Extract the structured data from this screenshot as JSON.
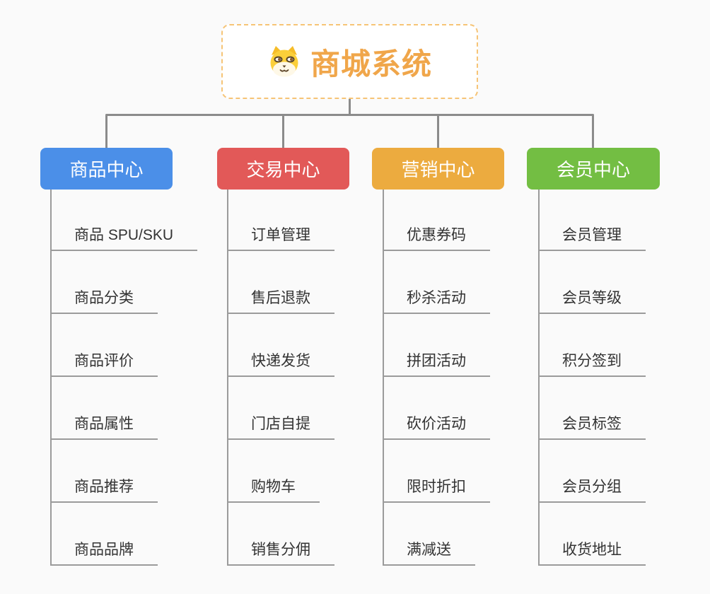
{
  "root": {
    "title": "商城系统",
    "icon": "doge-icon"
  },
  "branches": [
    {
      "label": "商品中心",
      "color": "#4b8fe8",
      "items": [
        "商品 SPU/SKU",
        "商品分类",
        "商品评价",
        "商品属性",
        "商品推荐",
        "商品品牌"
      ]
    },
    {
      "label": "交易中心",
      "color": "#e25958",
      "items": [
        "订单管理",
        "售后退款",
        "快递发货",
        "门店自提",
        "购物车",
        "销售分佣"
      ]
    },
    {
      "label": "营销中心",
      "color": "#ecab3f",
      "items": [
        "优惠券码",
        "秒杀活动",
        "拼团活动",
        "砍价活动",
        "限时折扣",
        "满减送"
      ]
    },
    {
      "label": "会员中心",
      "color": "#73be43",
      "items": [
        "会员管理",
        "会员等级",
        "积分签到",
        "会员标签",
        "会员分组",
        "收货地址"
      ]
    }
  ],
  "colors": {
    "background": "#fafafa",
    "connector": "#8b8b8b",
    "underline": "#9b9b9b",
    "item_text": "#333333",
    "root_border": "#f6c476",
    "root_title": "#f0a64a"
  }
}
